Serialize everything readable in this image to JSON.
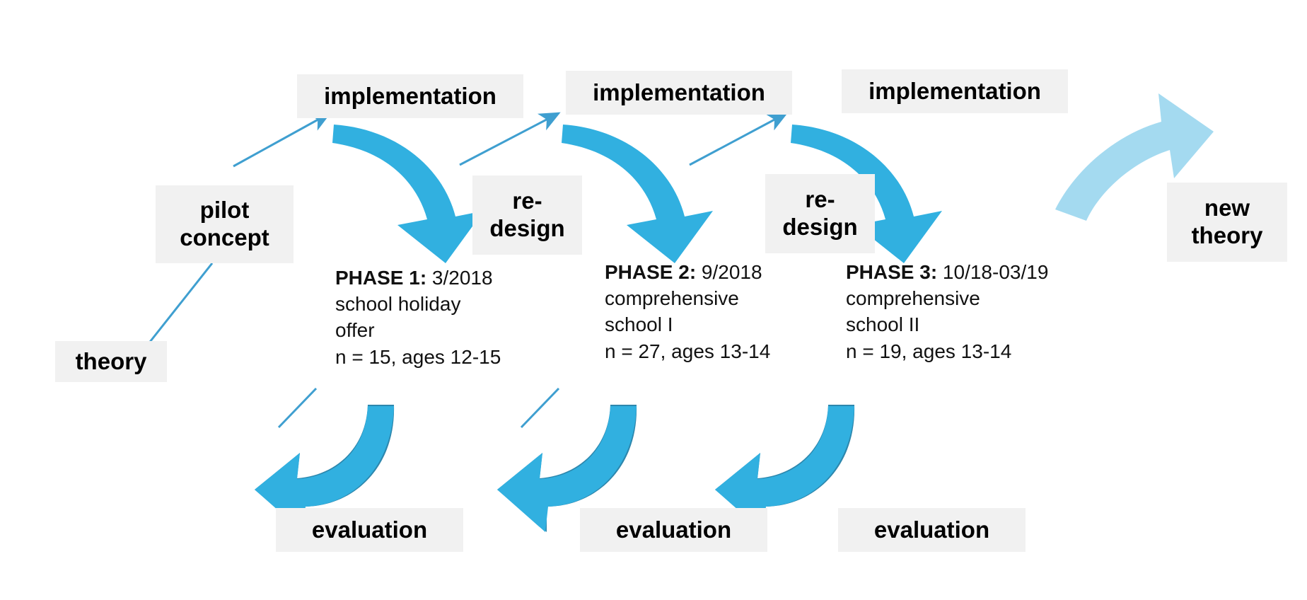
{
  "diagram": {
    "title": "Design-based research cycle across three project phases",
    "colors": {
      "box_bg": "#F1F1F1",
      "text": "#000000",
      "arrow_primary": "#31B0E0",
      "arrow_dark": "#2D87AD",
      "arrow_light": "#A4DAF0",
      "connector_line": "#3F9FD0",
      "background": "#FFFFFF"
    },
    "boxes": {
      "theory": "theory",
      "pilot_concept": "pilot\nconcept",
      "pilot_concept_line1": "pilot",
      "pilot_concept_line2": "concept",
      "new_theory_line1": "new",
      "new_theory_line2": "theory",
      "implementation": "implementation",
      "redesign_line1": "re-",
      "redesign_line2": "design",
      "evaluation": "evaluation"
    },
    "cycles": [
      {
        "id": "phase-1",
        "implementation": "implementation",
        "redesign_line1": "re-",
        "redesign_line2": "design",
        "evaluation": "evaluation",
        "phase_label": "PHASE 1:",
        "phase_date": " 3/2018",
        "line2": "school holiday",
        "line3": "offer",
        "line4": "n = 15, ages 12-15"
      },
      {
        "id": "phase-2",
        "implementation": "implementation",
        "redesign_line1": "re-",
        "redesign_line2": "design",
        "evaluation": "evaluation",
        "phase_label": "PHASE 2:",
        "phase_date": " 9/2018",
        "line2": "comprehensive",
        "line3": "school I",
        "line4": "n = 27, ages 13-14"
      },
      {
        "id": "phase-3",
        "implementation": "implementation",
        "redesign_line1": "re-",
        "redesign_line2": "design",
        "evaluation": "evaluation",
        "phase_label": "PHASE 3:",
        "phase_date": " 10/18-03/19",
        "line2": "comprehensive",
        "line3": "school II",
        "line4": "n = 19, ages 13-14"
      }
    ]
  }
}
